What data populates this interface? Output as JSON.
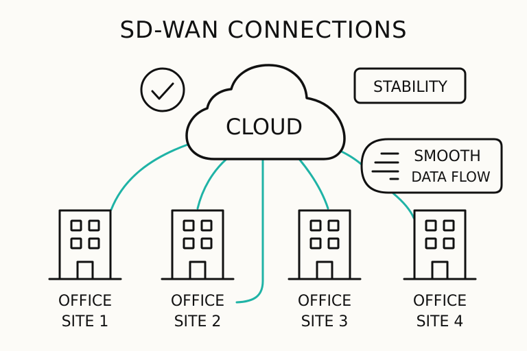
{
  "title": "SD-WAN CONNECTIONS",
  "colors": {
    "background": "#fcfbf7",
    "ink": "#111111",
    "connection": "#1fb3a6"
  },
  "cloud": {
    "label": "CLOUD",
    "icon": "cloud-icon"
  },
  "badges": {
    "check": {
      "icon": "check-circle-icon"
    },
    "stability": {
      "label": "STABILITY"
    },
    "data_flow": {
      "line1": "SMOOTH",
      "line2": "DATA FLOW",
      "icon": "speed-lines-icon"
    }
  },
  "sites": [
    {
      "line1": "OFFICE",
      "line2": "SITE 1",
      "icon": "building-icon"
    },
    {
      "line1": "OFFICE",
      "line2": "SITE 2",
      "icon": "building-icon"
    },
    {
      "line1": "OFFICE",
      "line2": "SITE 3",
      "icon": "building-icon"
    },
    {
      "line1": "OFFICE",
      "line2": "SITE 4",
      "icon": "building-icon"
    }
  ]
}
